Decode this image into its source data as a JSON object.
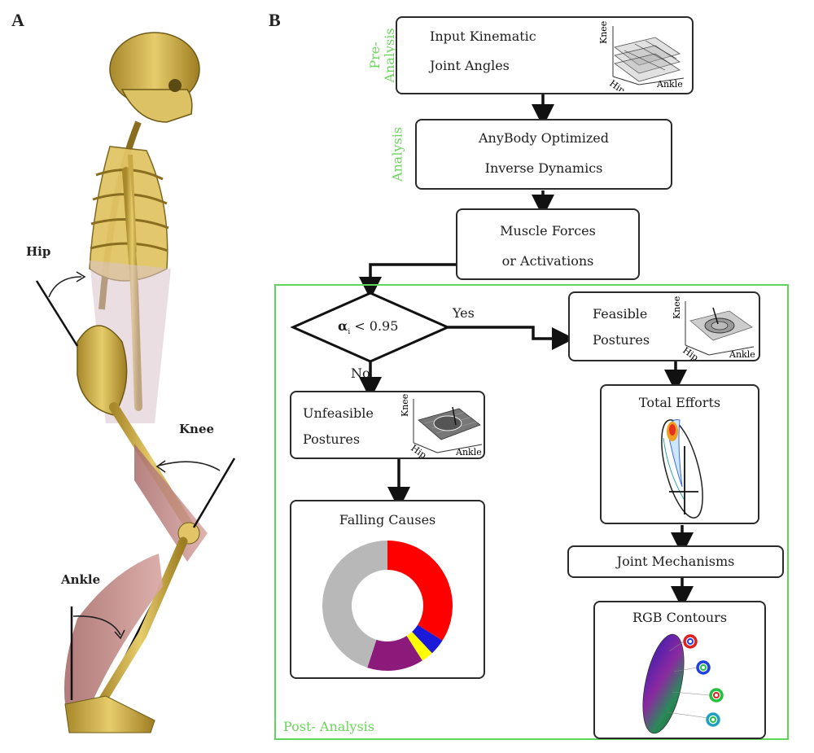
{
  "panels": {
    "a": "A",
    "b": "B"
  },
  "skeleton": {
    "labels": {
      "hip": "Hip",
      "knee": "Knee",
      "ankle": "Ankle"
    }
  },
  "stages": {
    "pre": "Pre-\nAnalysis",
    "pre_line1": "Pre-",
    "pre_line2": "Analysis",
    "analysis": "Analysis",
    "post": "Post- Analysis"
  },
  "boxes": {
    "input": {
      "line1": "Input Kinematic",
      "line2": "Joint Angles"
    },
    "anybody": {
      "line1": "AnyBody Optimized",
      "line2": "Inverse Dynamics"
    },
    "muscle": {
      "line1": "Muscle Forces",
      "line2": "or Activations"
    },
    "decision": {
      "alpha": "α",
      "subscript": "i",
      "rest": " < 0.95"
    },
    "yes": "Yes",
    "no": "No",
    "feasible": {
      "line1": "Feasible",
      "line2": "Postures"
    },
    "unfeasible": {
      "line1": "Unfeasible",
      "line2": "Postures"
    },
    "total_efforts": "Total Efforts",
    "falling_causes": "Falling Causes",
    "joint_mechanisms": "Joint Mechanisms",
    "rgb_contours": "RGB Contours"
  },
  "mini_axes": {
    "knee": "Knee",
    "hip": "Hip",
    "ankle": "Ankle"
  },
  "colors": {
    "green": "#5ed657",
    "red": "#ff0000",
    "blue": "#1a1ad8",
    "yellow": "#ffff00",
    "purple": "#8b1a7a",
    "gray": "#b8b8b8"
  },
  "donut": [
    {
      "color": "red",
      "fraction": 0.34
    },
    {
      "color": "blue",
      "fraction": 0.04
    },
    {
      "color": "yellow",
      "fraction": 0.03
    },
    {
      "color": "purple",
      "fraction": 0.14
    },
    {
      "color": "gray",
      "fraction": 0.45
    }
  ]
}
